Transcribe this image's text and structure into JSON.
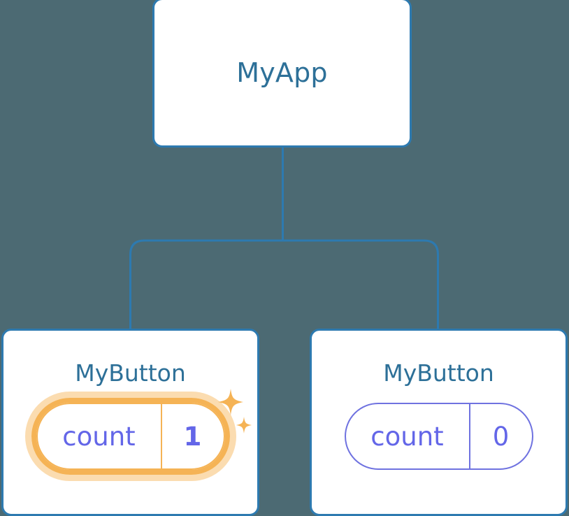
{
  "diagram": {
    "title": "React component tree with highlighted state update",
    "background_color": "#4c6a73",
    "node_border_color": "#2d7ab0",
    "node_title_color": "#2d7098",
    "connector_color": "#2d7ab0",
    "counter_color": "#6366e8",
    "highlight_color": "#f5b355",
    "highlight_glow_color": "#fbdcb0"
  },
  "root": {
    "title": "MyApp"
  },
  "children": [
    {
      "title": "MyButton",
      "counter": {
        "label": "count",
        "value": "1"
      },
      "highlighted": true,
      "sparkle_icons": [
        "sparkle-large-icon",
        "sparkle-small-icon"
      ]
    },
    {
      "title": "MyButton",
      "counter": {
        "label": "count",
        "value": "0"
      },
      "highlighted": false,
      "sparkle_icons": []
    }
  ]
}
